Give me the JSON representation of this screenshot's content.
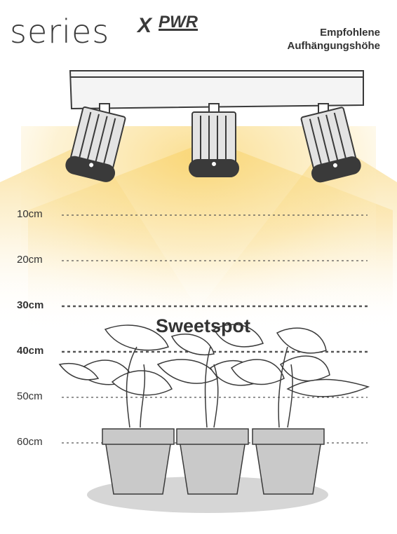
{
  "brand": {
    "series": "series",
    "x": "X",
    "pwr": "PWR"
  },
  "heading": {
    "line1": "Empfohlene",
    "line2": "Aufhängungshöhe"
  },
  "height_marks": [
    {
      "label": "10cm",
      "emphasis": false
    },
    {
      "label": "20cm",
      "emphasis": false
    },
    {
      "label": "30cm",
      "emphasis": true
    },
    {
      "label": "40cm",
      "emphasis": true
    },
    {
      "label": "50cm",
      "emphasis": false
    },
    {
      "label": "60cm",
      "emphasis": false
    }
  ],
  "sweetspot": "Sweetspot",
  "colors": {
    "light": "#f9d36a",
    "outline": "#3a3a3a",
    "pot": "#c9c9c9",
    "shadow": "#d6d6d6"
  },
  "icons": [
    "grow-light-fixture",
    "plant-pot"
  ]
}
